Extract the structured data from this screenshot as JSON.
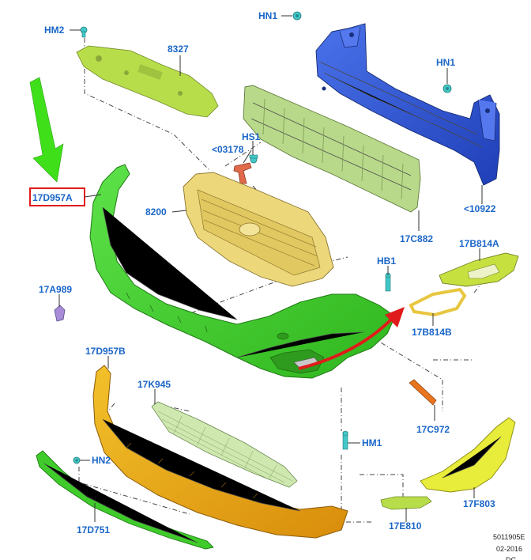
{
  "labels": {
    "hm2": "HM2",
    "p8327": "8327",
    "hn1_top": "HN1",
    "hn1_right": "HN1",
    "hs1": "HS1",
    "p03178": "<03178",
    "p17d957a": "17D957A",
    "p8200": "8200",
    "p17c882": "17C882",
    "p10922": "<10922",
    "p17b814a": "17B814A",
    "hb1": "HB1",
    "p17a989": "17A989",
    "p17b814b": "17B814B",
    "p17d957b": "17D957B",
    "p17k945": "17K945",
    "p17c972": "17C972",
    "hm1": "HM1",
    "hn2": "HN2",
    "p17d751": "17D751",
    "p17f803": "17F803",
    "p17e810": "17E810"
  },
  "footer": {
    "code": "5011905E",
    "date": "02-2016",
    "extra": "DC"
  },
  "colors": {
    "fascia": "#3fcc2a",
    "lower_fascia": "#e8a712",
    "reinforcement": "#2f56d6",
    "absorber": "#b8d98a",
    "deflector": "#b8dd4a",
    "grille": "#ecd77a",
    "highlight_box": "#e01b1b",
    "arrow_green": "#3fe01a",
    "arrow_red": "#e01b1b",
    "label_blue": "#1a66c8"
  },
  "icons": {
    "pointer_arrow": "green-down-arrow-icon",
    "relation_arrow": "red-curved-arrow-icon"
  }
}
